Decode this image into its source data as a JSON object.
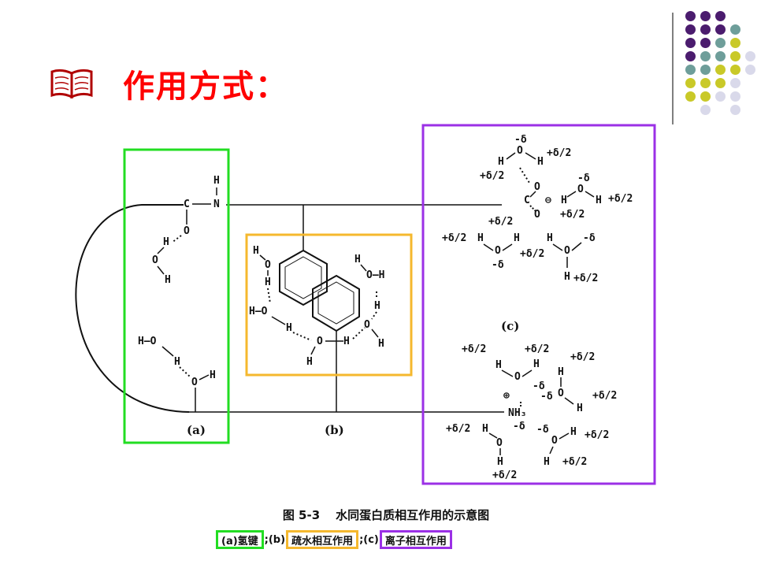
{
  "slide": {
    "title": "作用方式：",
    "title_color": "#ff0000",
    "icon": "book-icon"
  },
  "decor": {
    "dot_colors": [
      "#4b1c6e",
      "#6e9e9a",
      "#c9c928",
      "#d9d9ea"
    ]
  },
  "diagram": {
    "box_colors": {
      "a": "#22dd22",
      "b": "#f5b82e",
      "c": "#9b30e6"
    },
    "panel_labels": {
      "a": "(a)",
      "b": "(b)",
      "c": "(c)"
    },
    "atoms": {
      "H": "H",
      "O": "O",
      "C": "C",
      "N": "N",
      "HO": "H—O",
      "OH": "O—H",
      "NH3": "NH₃",
      "delta_neg": "-δ",
      "delta_pos": "+δ/2",
      "minus": "⊖",
      "plus": "⊕"
    }
  },
  "caption": {
    "figure": "图 5-3",
    "text": "水同蛋白质相互作用的示意图",
    "legend": {
      "a": "(a)氢键",
      "sep1": ";(b)",
      "b": "疏水相互作用",
      "sep2": ";(c)",
      "c": "离子相互作用"
    }
  }
}
